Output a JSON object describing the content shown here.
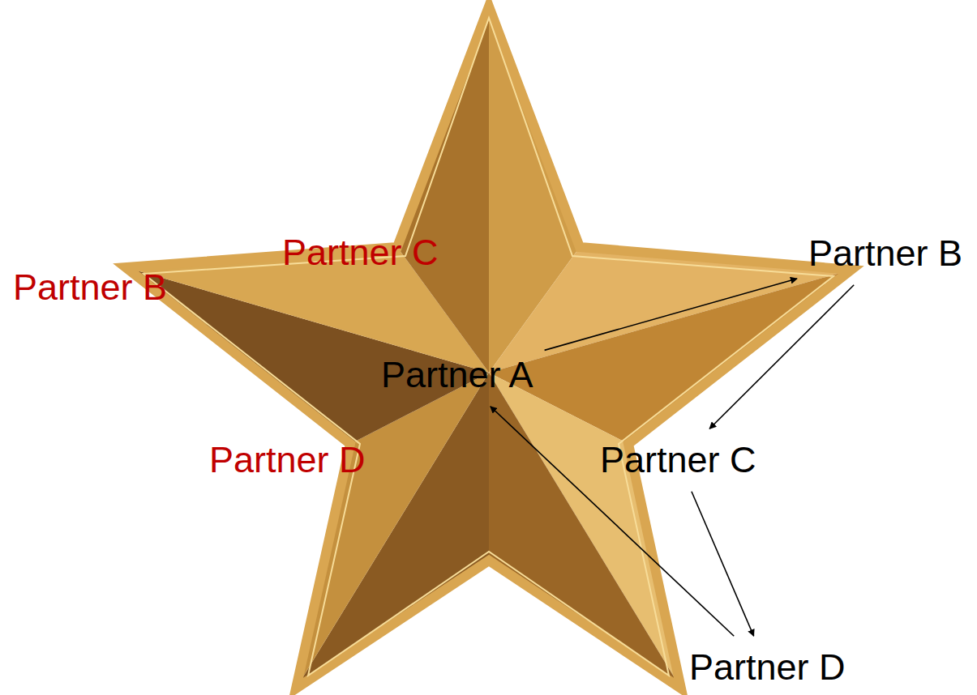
{
  "diagram": {
    "nodes": [
      {
        "text": [
          "Partner B"
        ]
      },
      {
        "text": [
          "Partner A"
        ]
      },
      {
        "text": [
          "Partner C"
        ]
      },
      {
        "text": [
          "Partner D"
        ]
      }
    ],
    "edges": [
      {
        "from": 1,
        "to": 0,
        "arrow": "to"
      },
      {
        "from": 0,
        "to": 2,
        "arrow": "to"
      },
      {
        "from": 2,
        "to": 3,
        "arrow": "to"
      },
      {
        "from": 3,
        "to": 1,
        "arrow": "to"
      }
    ],
    "labels": [
      "Partner C",
      "Partner B",
      "Partner D"
    ]
  }
}
